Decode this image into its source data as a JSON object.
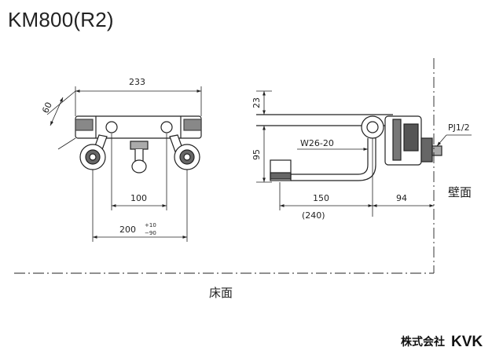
{
  "title": "KM800(R2)",
  "dimensions": {
    "front_width": "233",
    "front_depth": "60",
    "inlet_pitch": "100",
    "mount_range": "200",
    "mount_range_plus": "+10",
    "mount_range_minus": "−90",
    "top_height": "23",
    "body_height": "95",
    "spout_reach": "150",
    "spout_reach_total": "(240)",
    "wall_offset": "94",
    "pipe_thread": "PJ1/2",
    "spout_thread": "W26-20"
  },
  "labels": {
    "wall": "壁面",
    "floor": "床面"
  },
  "brand": {
    "prefix": "株式会社",
    "logo": "KVK"
  }
}
